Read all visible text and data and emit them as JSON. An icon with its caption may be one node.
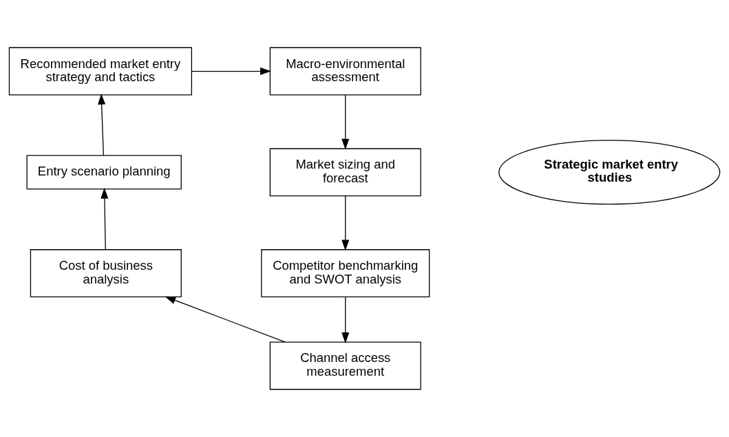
{
  "diagram": {
    "nodes": [
      {
        "text": [
          "Recommended market entry strategy and tactics"
        ]
      },
      {
        "text": [
          "Macro-environmental assessment"
        ]
      },
      {
        "text": [
          "Market sizing and forecast"
        ]
      },
      {
        "text": [
          "Competitor benchmarking and SWOT analysis"
        ]
      },
      {
        "text": [
          "Channel access measurement"
        ]
      },
      {
        "text": [
          "Cost of business analysis"
        ]
      },
      {
        "text": [
          "Entry scenario planning"
        ]
      },
      {
        "text": [
          "Strategic market entry studies"
        ]
      }
    ],
    "edges": [
      {
        "from": 0,
        "to": 1,
        "arrow": "to"
      },
      {
        "from": 1,
        "to": 2,
        "arrow": "to"
      },
      {
        "from": 2,
        "to": 3,
        "arrow": "to"
      },
      {
        "from": 3,
        "to": 4,
        "arrow": "to"
      },
      {
        "from": 4,
        "to": 5,
        "arrow": "to"
      },
      {
        "from": 5,
        "to": 6,
        "arrow": "to"
      },
      {
        "from": 6,
        "to": 0,
        "arrow": "to"
      }
    ]
  }
}
